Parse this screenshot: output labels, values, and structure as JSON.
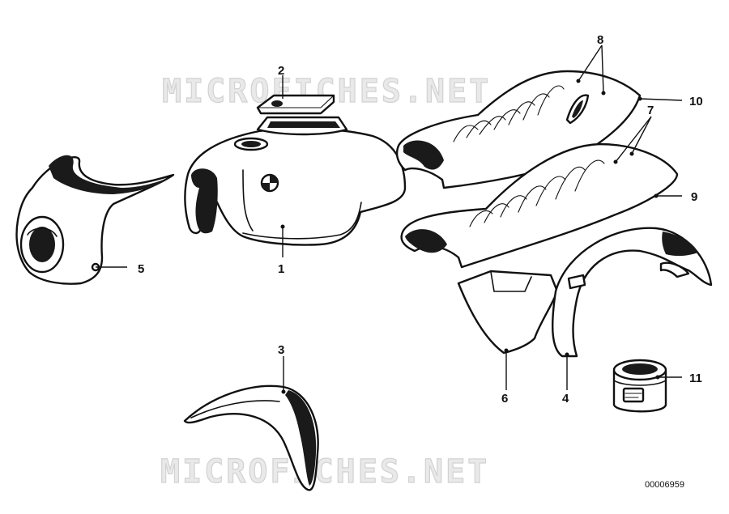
{
  "watermark": {
    "top": "MICROFICHES.NET",
    "bottom": "MICROFICHES.NET"
  },
  "diagram_code": "00006959",
  "parts": [
    {
      "key": "fuel-tank",
      "callout": "1"
    },
    {
      "key": "tank-cap-lid",
      "callout": "2"
    },
    {
      "key": "front-mudguard",
      "callout": "3"
    },
    {
      "key": "rear-mudguard",
      "callout": "4"
    },
    {
      "key": "headlight-fairing",
      "callout": "5"
    },
    {
      "key": "side-cover",
      "callout": "6"
    },
    {
      "key": "seat-lower",
      "callout": "7"
    },
    {
      "key": "seat-upper",
      "callout": "8"
    },
    {
      "key": "seat-lower-tail",
      "callout": "9"
    },
    {
      "key": "seat-upper-tail",
      "callout": "10"
    },
    {
      "key": "touch-up-paint-can",
      "callout": "11"
    }
  ]
}
